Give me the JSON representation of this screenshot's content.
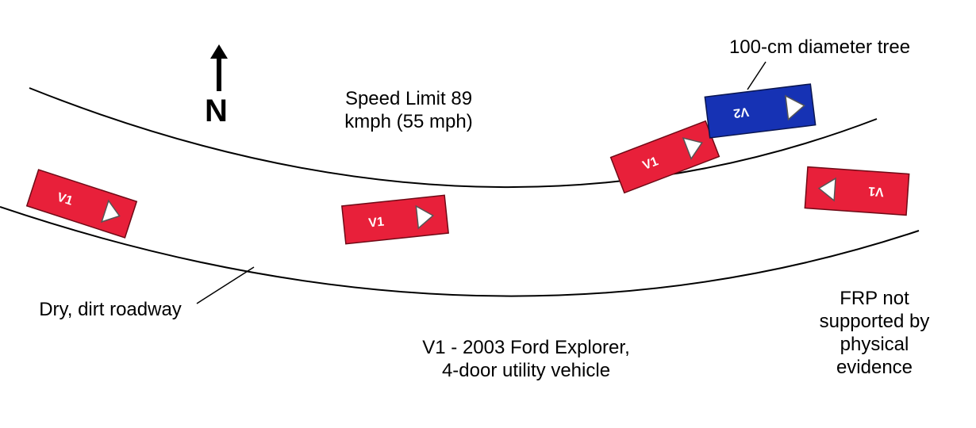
{
  "north_arrow": {
    "label": "N",
    "icon": "north-arrow-icon"
  },
  "speed_limit": {
    "line1": "Speed Limit 89",
    "line2": "kmph (55 mph)"
  },
  "tree_label": "100-cm diameter tree",
  "roadway_label": "Dry, dirt roadway",
  "vehicle_desc": {
    "line1": "V1 - 2003 Ford Explorer,",
    "line2": "4-door utility vehicle"
  },
  "frp_note": {
    "line1": "FRP not",
    "line2": "supported by",
    "line3": "physical",
    "line4": "evidence"
  },
  "vehicles": [
    {
      "label": "V1",
      "color": "#e8203a"
    },
    {
      "label": "V1",
      "color": "#e8203a"
    },
    {
      "label": "V1",
      "color": "#e8203a"
    },
    {
      "label": "V2",
      "color": "#1632b4"
    },
    {
      "label": "V1",
      "color": "#e8203a"
    }
  ]
}
